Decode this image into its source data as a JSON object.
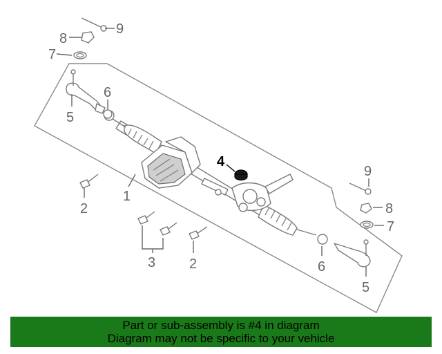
{
  "callouts": {
    "c1": "1",
    "c2a": "2",
    "c2b": "2",
    "c3": "3",
    "c4": "4",
    "c5a": "5",
    "c5b": "5",
    "c6a": "6",
    "c6b": "6",
    "c7a": "7",
    "c7b": "7",
    "c8a": "8",
    "c8b": "8",
    "c9a": "9",
    "c9b": "9"
  },
  "banner": {
    "line1": "Part or sub-assembly is #4 in diagram",
    "line2": "Diagram may not be specific to your vehicle"
  },
  "colors": {
    "banner_bg": "#1a7a1a",
    "highlight": "#000000",
    "linework": "#7a7a7a"
  }
}
